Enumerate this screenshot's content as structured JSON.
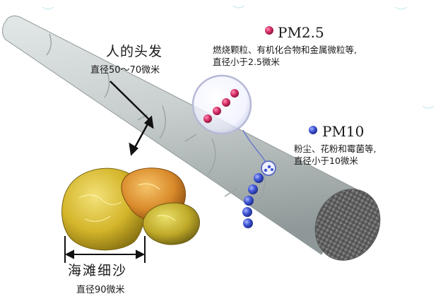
{
  "hair": {
    "title": "人的头发",
    "diameter": "直径50～70微米"
  },
  "pm25": {
    "title": "PM2.5",
    "desc_line1": "燃烧颗粒、有机化合物和金属微粒等,",
    "desc_line2": "直径小于2.5微米"
  },
  "pm10": {
    "title": "PM10",
    "desc_line1": "粉尘、花粉和霉菌等,",
    "desc_line2": "直径小于10微米"
  },
  "sand": {
    "title": "海滩细沙",
    "diameter": "直径90微米"
  },
  "colors": {
    "hair_body": "#c9cfcf",
    "hair_shadow": "#8f9898",
    "hair_end": "#6e6e6e",
    "pm25_particle": "#d6336a",
    "pm10_particle": "#3f55d4",
    "sand_yellow": "#d4b52a",
    "sand_orange": "#d98a2a"
  }
}
